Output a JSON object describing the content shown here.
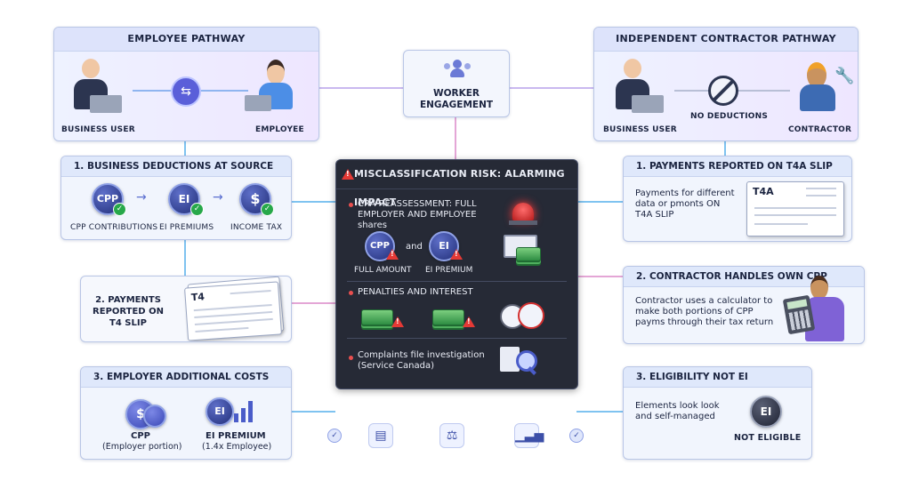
{
  "employee_pathway": {
    "title": "EMPLOYEE PATHWAY",
    "business_user": "BUSINESS USER",
    "employee": "EMPLOYEE"
  },
  "contractor_pathway": {
    "title": "INDEPENDENT CONTRACTOR PATHWAY",
    "business_user": "BUSINESS USER",
    "no_deductions": "NO DEDUCTIONS",
    "contractor": "CONTRACTOR"
  },
  "center": {
    "worker_engagement": "WORKER ENGAGEMENT"
  },
  "emp_step1": {
    "title": "1. BUSINESS DEDUCTIONS AT SOURCE",
    "cpp_coin": "CPP",
    "ei_coin": "EI",
    "tax_coin": "$",
    "cpp_label": "CPP CONTRIBUTIONS",
    "ei_label": "EI PREMIUMS",
    "tax_label": "INCOME TAX"
  },
  "emp_step2": {
    "title": "2. PAYMENTS REPORTED ON T4 SLIP",
    "slip": "T4"
  },
  "emp_step3": {
    "title": "3. EMPLOYER ADDITIONAL COSTS",
    "cpp_label": "CPP",
    "cpp_sub": "(Employer portion)",
    "ei_coin": "EI",
    "ei_label": "EI PREMIUM",
    "ei_sub": "(1.4x Employee)"
  },
  "risk": {
    "title": "MISCLASSIFICATION RISK: ALARMING IMPACT",
    "item1": "CRA REASSESSMENT: FULL EMPLOYER AND EMPLOYEE shares",
    "cpp_coin": "CPP",
    "and": "and",
    "ei_coin": "EI",
    "full_amount": "FULL AMOUNT",
    "ei_premium": "EI PREMIUM",
    "item2": "PENALTIES AND INTEREST",
    "item3": "Complaints file investigation (Service Canada)"
  },
  "con_step1": {
    "title": "1. PAYMENTS REPORTED ON T4A SLIP",
    "text": "Payments for different data or pmonts ON T4A SLIP",
    "slip": "T4A"
  },
  "con_step2": {
    "title": "2. CONTRACTOR HANDLES OWN CPP",
    "text": "Contractor uses a calculator to make both portions of CPP payms through their tax return"
  },
  "con_step3": {
    "title": "3. ELIGIBILITY NOT EI",
    "text": "Elements look look and self-managed",
    "ei_coin": "EI",
    "not_eligible": "NOT ELIGIBLE"
  },
  "colors": {
    "connector_blue": "#7fc3f0",
    "connector_pink": "#e4a6d6",
    "alarm_red": "#e53935",
    "money_green": "#2e8d43"
  }
}
